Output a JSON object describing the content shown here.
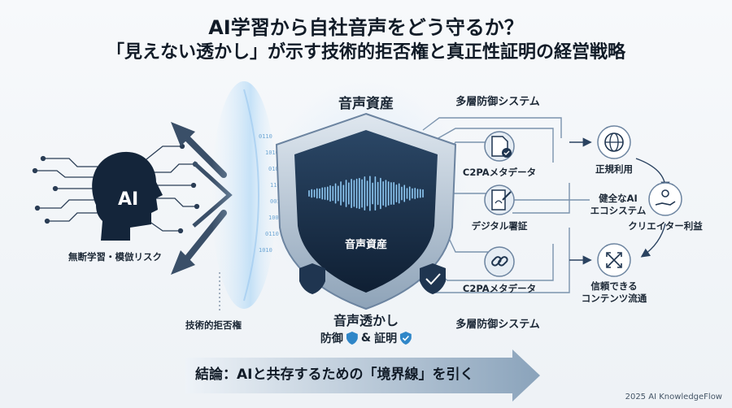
{
  "title_line1": "AI学習から自社音声をどう守るか？",
  "title_line2": "「見えない透かし」が示す技術的拒否権と真正性証明の経営戦略",
  "ai_head_label": "AI",
  "risk_label": "無断学習・模倣リスク",
  "veto_label": "技術的拒否権",
  "asset_title": "音声資産",
  "shield_label": "音声資産",
  "watermark_title": "音声透かし",
  "watermark_sub_left": "防御",
  "watermark_sub_amp": "&",
  "watermark_sub_right": "証明",
  "defense_top": "多層防御システム",
  "defense_bottom": "多層防御システム",
  "nodes": {
    "c2pa_top": "C2PAメタデータ",
    "signature": "デジタル署証",
    "c2pa_bottom": "C2PAメタデータ"
  },
  "outcomes": {
    "legit_use": "正規利用",
    "creator_profit": "クリエイター利益",
    "trusted_flow_1": "信頼できる",
    "trusted_flow_2": "コンテンツ流通"
  },
  "eco_line1": "健全なAI",
  "eco_line2": "エコシステム",
  "conclusion": "結論：AIと共存するための「境界線」を引く",
  "credit": "2025 AI KnowledgeFlow",
  "icons": [
    "ai-head-icon",
    "document-check-icon",
    "signature-icon",
    "link-icon",
    "globe-icon",
    "hand-person-icon",
    "expand-arrows-icon",
    "shield-check-icon"
  ],
  "colors": {
    "navy": "#1e3550",
    "steel": "#4d6b88",
    "light_blue": "#8fb7d6",
    "accent": "#2f86c8"
  }
}
